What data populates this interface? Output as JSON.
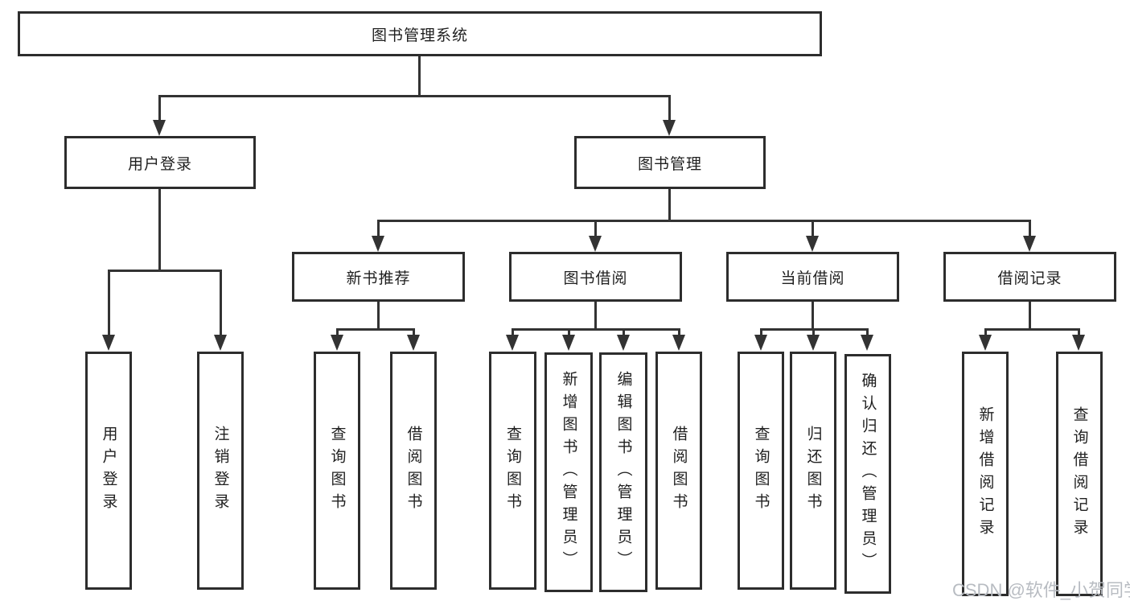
{
  "theme": {
    "page_bg": "#ffffff",
    "box_bg": "#ffffff",
    "line_color": "#333333",
    "border_color": "#2d2d2d",
    "text_color": "#1f1f1f",
    "watermark_color": "#b8bcc2"
  },
  "tree": {
    "label": "图书管理系统",
    "children": [
      {
        "label": "用户登录",
        "children": [
          {
            "label": "用户登录"
          },
          {
            "label": "注销登录"
          }
        ]
      },
      {
        "label": "图书管理",
        "children": [
          {
            "label": "新书推荐",
            "children": [
              {
                "label": "查询图书"
              },
              {
                "label": "借阅图书"
              }
            ]
          },
          {
            "label": "图书借阅",
            "children": [
              {
                "label": "查询图书"
              },
              {
                "label": "新增图书（管理员）"
              },
              {
                "label": "编辑图书（管理员）"
              },
              {
                "label": "借阅图书"
              }
            ]
          },
          {
            "label": "当前借阅",
            "children": [
              {
                "label": "查询图书"
              },
              {
                "label": "归还图书"
              },
              {
                "label": "确认归还（管理员）"
              }
            ]
          },
          {
            "label": "借阅记录",
            "children": [
              {
                "label": "新增借阅记录"
              },
              {
                "label": "查询借阅记录"
              }
            ]
          }
        ]
      }
    ]
  },
  "watermark": {
    "text": "CSDN @软件_小贺同学"
  }
}
